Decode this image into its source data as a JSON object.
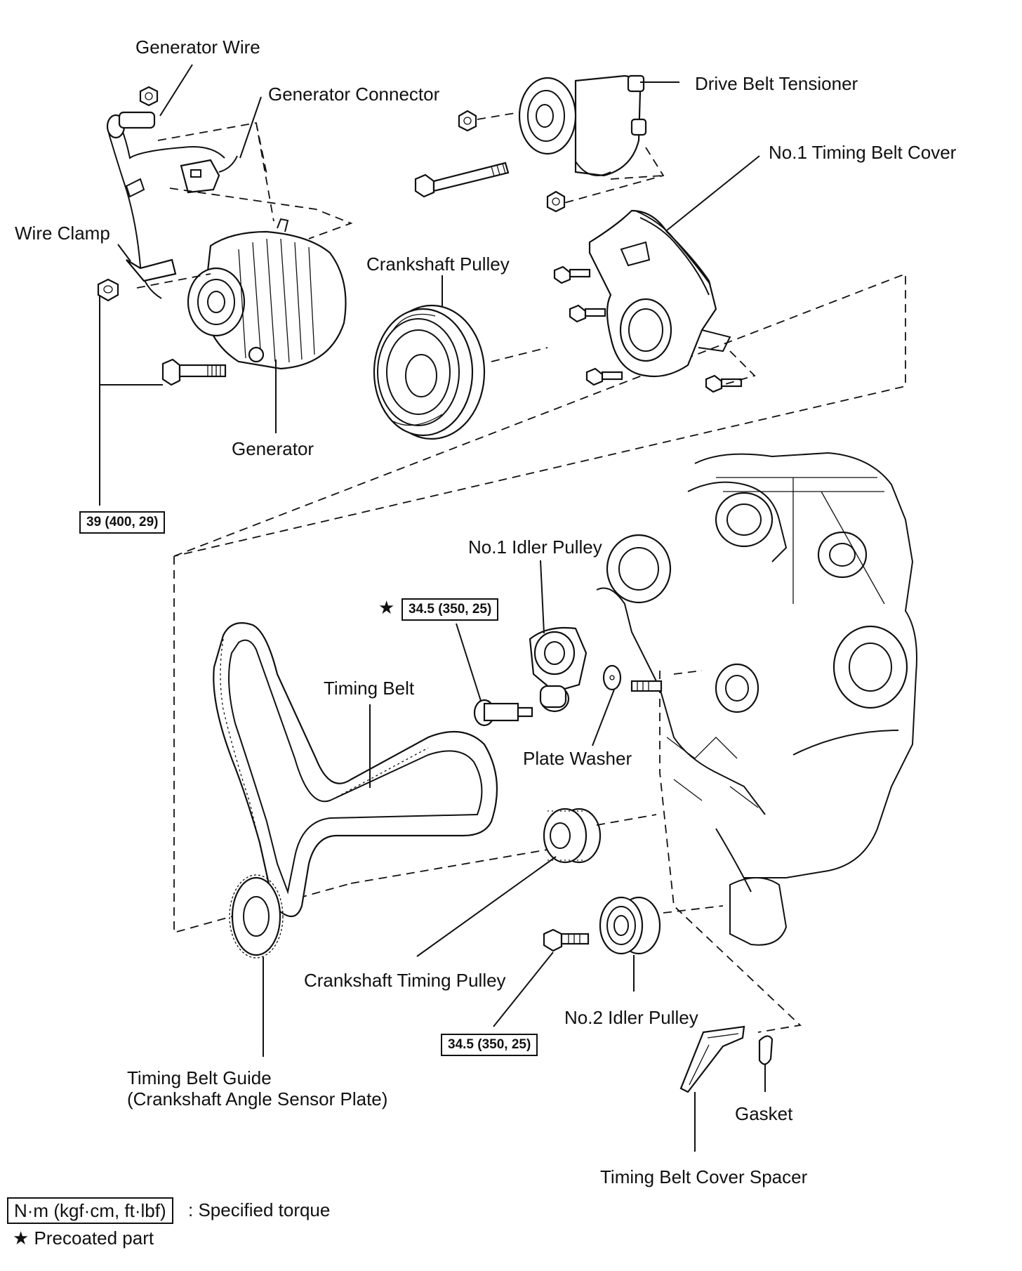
{
  "labels": {
    "generator_wire": "Generator Wire",
    "generator_connector": "Generator Connector",
    "drive_belt_tensioner": "Drive Belt Tensioner",
    "no1_timing_belt_cover": "No.1 Timing Belt Cover",
    "wire_clamp": "Wire Clamp",
    "crankshaft_pulley": "Crankshaft Pulley",
    "generator": "Generator",
    "no1_idler_pulley": "No.1 Idler Pulley",
    "timing_belt": "Timing Belt",
    "plate_washer": "Plate Washer",
    "crankshaft_timing_pulley": "Crankshaft Timing Pulley",
    "no2_idler_pulley": "No.2 Idler Pulley",
    "timing_belt_guide": "Timing Belt Guide\n(Crankshaft Angle Sensor Plate)",
    "gasket": "Gasket",
    "timing_belt_cover_spacer": "Timing Belt Cover Spacer"
  },
  "torque": {
    "generator_bolt": "39 (400, 29)",
    "idler_bolt": "34.5 (350, 25)",
    "no2_idler_bolt": "34.5 (350, 25)"
  },
  "symbols": {
    "star": "★"
  },
  "legend": {
    "unit_box": "N·m (kgf·cm, ft·lbf)",
    "unit_desc": ": Specified torque",
    "precoated": "★ Precoated part"
  }
}
